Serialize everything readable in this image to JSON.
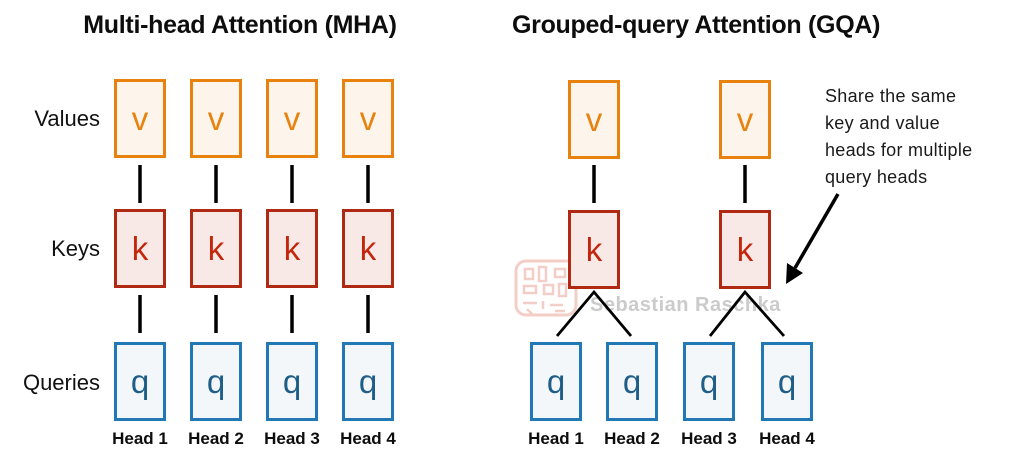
{
  "diagram": {
    "left_panel": {
      "title": "Multi-head Attention (MHA)",
      "head_labels": [
        "Head 1",
        "Head 2",
        "Head 3",
        "Head 4"
      ]
    },
    "right_panel": {
      "title": "Grouped-query Attention (GQA)",
      "head_labels": [
        "Head 1",
        "Head 2",
        "Head 3",
        "Head 4"
      ]
    },
    "row_labels": {
      "values": "Values",
      "keys": "Keys",
      "queries": "Queries"
    },
    "letters": {
      "value": "v",
      "key": "k",
      "query": "q"
    },
    "annotation": {
      "line1": "Share the same",
      "line2": "key and value",
      "line3": "heads for multiple",
      "line4": "query heads"
    },
    "watermark": {
      "text": "Sebastian Raschka"
    },
    "colors": {
      "value_border": "#e8820f",
      "value_fill": "#fdf5ec",
      "value_text": "#e8820f",
      "key_border": "#b02912",
      "key_fill": "#f9e9e6",
      "key_text": "#c2270e",
      "query_border": "#2278b5",
      "query_fill": "#f4f7fa",
      "query_text": "#1e5e88",
      "line_color": "#000000",
      "watermark_color": "#cbcbcb",
      "stamp_color": "#d9604a"
    }
  }
}
